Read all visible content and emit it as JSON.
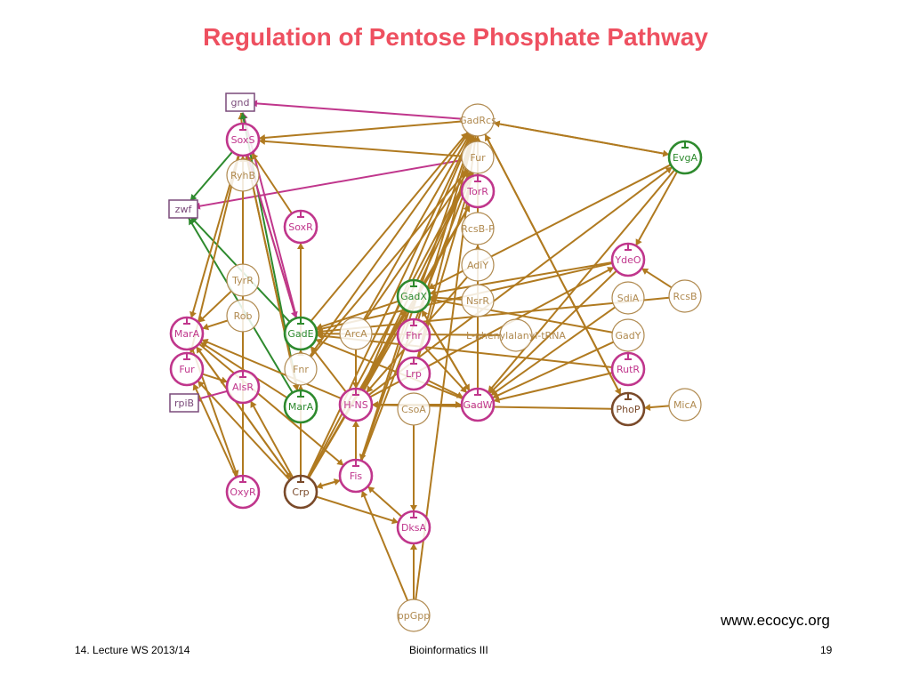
{
  "slide": {
    "title": "Regulation of Pentose Phosphate Pathway",
    "credit": "www.ecocyc.org",
    "footer_left": "14. Lecture WS 2013/14",
    "footer_center": "Bioinformatics III",
    "footer_right": "19"
  },
  "colors": {
    "title": "#ee5060",
    "edge_activation": "#b07a20",
    "edge_repression": "#c0368c",
    "edge_green": "#2e8a2e",
    "node_magenta": "#c0368c",
    "node_green": "#2e8a2e",
    "node_brown": "#7a4a2a",
    "node_tan": "#b08a50",
    "gene_box": "#7a4a7a"
  },
  "diagram": {
    "nodes": [
      {
        "id": "gnd",
        "label": "gnd",
        "kind": "gene"
      },
      {
        "id": "zwf",
        "label": "zwf",
        "kind": "gene"
      },
      {
        "id": "rpiB",
        "label": "rpiB",
        "kind": "gene"
      },
      {
        "id": "SoxS",
        "label": "SoxS",
        "kind": "magenta"
      },
      {
        "id": "RyhB",
        "label": "RyhB",
        "kind": "tan"
      },
      {
        "id": "SoxR",
        "label": "SoxR",
        "kind": "magenta"
      },
      {
        "id": "TyrR",
        "label": "TyrR",
        "kind": "tan"
      },
      {
        "id": "Rob",
        "label": "Rob",
        "kind": "tan"
      },
      {
        "id": "MarA",
        "label": "MarA",
        "kind": "magenta"
      },
      {
        "id": "Fur",
        "label": "Fur",
        "kind": "magenta"
      },
      {
        "id": "AlsR",
        "label": "AlsR",
        "kind": "magenta"
      },
      {
        "id": "GadE",
        "label": "GadE",
        "kind": "green"
      },
      {
        "id": "Fnr",
        "label": "Fnr",
        "kind": "tan"
      },
      {
        "id": "MarA2",
        "label": "MarA",
        "kind": "green"
      },
      {
        "id": "ArcA",
        "label": "ArcA",
        "kind": "tan"
      },
      {
        "id": "GadX",
        "label": "GadX",
        "kind": "green"
      },
      {
        "id": "Fhr",
        "label": "Fhr",
        "kind": "magenta"
      },
      {
        "id": "Lrp",
        "label": "Lrp",
        "kind": "magenta"
      },
      {
        "id": "HNS",
        "label": "H-NS",
        "kind": "magenta"
      },
      {
        "id": "CsoA",
        "label": "CsoA",
        "kind": "tan"
      },
      {
        "id": "Fis",
        "label": "Fis",
        "kind": "magenta"
      },
      {
        "id": "OxyR",
        "label": "OxyR",
        "kind": "magenta"
      },
      {
        "id": "Crp",
        "label": "Crp",
        "kind": "brown"
      },
      {
        "id": "DksA",
        "label": "DksA",
        "kind": "magenta"
      },
      {
        "id": "ppGpp",
        "label": "ppGpp",
        "kind": "tan"
      },
      {
        "id": "GadRcs",
        "label": "GadRcs",
        "kind": "tan"
      },
      {
        "id": "Fur2",
        "label": "Fur",
        "kind": "tan"
      },
      {
        "id": "TorR",
        "label": "TorR",
        "kind": "magenta"
      },
      {
        "id": "RcsBP",
        "label": "RcsB-P",
        "kind": "tan"
      },
      {
        "id": "AdiY",
        "label": "AdiY",
        "kind": "tan"
      },
      {
        "id": "NsrR",
        "label": "NsrR",
        "kind": "tan"
      },
      {
        "id": "LPhe",
        "label": "L-phenylalanyl-tRNA",
        "kind": "tan"
      },
      {
        "id": "GadW",
        "label": "GadW",
        "kind": "magenta"
      },
      {
        "id": "EvgA",
        "label": "EvgA",
        "kind": "green"
      },
      {
        "id": "YdeO",
        "label": "YdeO",
        "kind": "magenta"
      },
      {
        "id": "SdiA",
        "label": "SdiA",
        "kind": "tan"
      },
      {
        "id": "RcsB",
        "label": "RcsB",
        "kind": "tan"
      },
      {
        "id": "GadY",
        "label": "GadY",
        "kind": "tan"
      },
      {
        "id": "RutR",
        "label": "RutR",
        "kind": "magenta"
      },
      {
        "id": "PhoP",
        "label": "PhoP",
        "kind": "brown"
      },
      {
        "id": "MicA",
        "label": "MicA",
        "kind": "tan"
      }
    ],
    "edges": [
      {
        "from": "GadRcs",
        "to": "gnd",
        "kind": "repression"
      },
      {
        "from": "Fur2",
        "to": "SoxS",
        "kind": "activation"
      },
      {
        "from": "Fur2",
        "to": "zwf",
        "kind": "repression"
      },
      {
        "from": "GadRcs",
        "to": "SoxS",
        "kind": "activation"
      },
      {
        "from": "SoxS",
        "to": "zwf",
        "kind": "green"
      },
      {
        "from": "SoxS",
        "to": "gnd",
        "kind": "activation"
      },
      {
        "from": "GadE",
        "to": "gnd",
        "kind": "repression"
      },
      {
        "from": "MarA2",
        "to": "gnd",
        "kind": "green"
      },
      {
        "from": "MarA2",
        "to": "zwf",
        "kind": "green"
      },
      {
        "from": "GadE",
        "to": "zwf",
        "kind": "green"
      },
      {
        "from": "SoxS",
        "to": "MarA",
        "kind": "activation"
      },
      {
        "from": "SoxS",
        "to": "Fur",
        "kind": "activation"
      },
      {
        "from": "SoxR",
        "to": "SoxS",
        "kind": "activation"
      },
      {
        "from": "Rob",
        "to": "MarA",
        "kind": "activation"
      },
      {
        "from": "MarA",
        "to": "OxyR",
        "kind": "activation"
      },
      {
        "from": "MarA",
        "to": "Crp",
        "kind": "activation"
      },
      {
        "from": "MarA",
        "to": "Fis",
        "kind": "activation"
      },
      {
        "from": "Crp",
        "to": "Fur",
        "kind": "activation"
      },
      {
        "from": "Crp",
        "to": "MarA",
        "kind": "activation"
      },
      {
        "from": "Crp",
        "to": "Fis",
        "kind": "activation"
      },
      {
        "from": "Crp",
        "to": "DksA",
        "kind": "activation"
      },
      {
        "from": "Crp",
        "to": "GadRcs",
        "kind": "activation"
      },
      {
        "from": "Crp",
        "to": "Fur2",
        "kind": "activation"
      },
      {
        "from": "Crp",
        "to": "TorR",
        "kind": "activation"
      },
      {
        "from": "Crp",
        "to": "GadX",
        "kind": "activation"
      },
      {
        "from": "Crp",
        "to": "Fnr",
        "kind": "activation"
      },
      {
        "from": "Fis",
        "to": "GadRcs",
        "kind": "activation"
      },
      {
        "from": "Fis",
        "to": "Fur2",
        "kind": "activation"
      },
      {
        "from": "Fis",
        "to": "HNS",
        "kind": "activation"
      },
      {
        "from": "Fis",
        "to": "Crp",
        "kind": "activation"
      },
      {
        "from": "HNS",
        "to": "GadRcs",
        "kind": "activation"
      },
      {
        "from": "HNS",
        "to": "Fur2",
        "kind": "activation"
      },
      {
        "from": "HNS",
        "to": "TorR",
        "kind": "activation"
      },
      {
        "from": "HNS",
        "to": "GadW",
        "kind": "activation"
      },
      {
        "from": "HNS",
        "to": "GadX",
        "kind": "activation"
      },
      {
        "from": "HNS",
        "to": "YdeO",
        "kind": "activation"
      },
      {
        "from": "HNS",
        "to": "EvgA",
        "kind": "activation"
      },
      {
        "from": "HNS",
        "to": "MarA",
        "kind": "activation"
      },
      {
        "from": "HNS",
        "to": "GadE",
        "kind": "activation"
      },
      {
        "from": "ppGpp",
        "to": "DksA",
        "kind": "activation"
      },
      {
        "from": "ppGpp",
        "to": "Fis",
        "kind": "activation"
      },
      {
        "from": "ppGpp",
        "to": "GadRcs",
        "kind": "activation"
      },
      {
        "from": "DksA",
        "to": "Fis",
        "kind": "activation"
      },
      {
        "from": "CsoA",
        "to": "DksA",
        "kind": "activation"
      },
      {
        "from": "GadRcs",
        "to": "PhoP",
        "kind": "activation"
      },
      {
        "from": "GadRcs",
        "to": "EvgA",
        "kind": "activation"
      },
      {
        "from": "EvgA",
        "to": "GadRcs",
        "kind": "activation"
      },
      {
        "from": "EvgA",
        "to": "YdeO",
        "kind": "activation"
      },
      {
        "from": "EvgA",
        "to": "GadX",
        "kind": "activation"
      },
      {
        "from": "EvgA",
        "to": "GadW",
        "kind": "activation"
      },
      {
        "from": "YdeO",
        "to": "GadX",
        "kind": "activation"
      },
      {
        "from": "YdeO",
        "to": "GadE",
        "kind": "activation"
      },
      {
        "from": "YdeO",
        "to": "GadW",
        "kind": "activation"
      },
      {
        "from": "GadY",
        "to": "GadX",
        "kind": "activation"
      },
      {
        "from": "GadY",
        "to": "GadW",
        "kind": "activation"
      },
      {
        "from": "RcsB",
        "to": "GadE",
        "kind": "activation"
      },
      {
        "from": "RcsB",
        "to": "YdeO",
        "kind": "activation"
      },
      {
        "from": "SdiA",
        "to": "GadW",
        "kind": "activation"
      },
      {
        "from": "RutR",
        "to": "GadW",
        "kind": "activation"
      },
      {
        "from": "RutR",
        "to": "GadE",
        "kind": "activation"
      },
      {
        "from": "PhoP",
        "to": "HNS",
        "kind": "activation"
      },
      {
        "from": "PhoP",
        "to": "GadRcs",
        "kind": "activation"
      },
      {
        "from": "MicA",
        "to": "PhoP",
        "kind": "activation"
      },
      {
        "from": "GadX",
        "to": "GadW",
        "kind": "activation"
      },
      {
        "from": "GadX",
        "to": "GadE",
        "kind": "activation"
      },
      {
        "from": "GadX",
        "to": "Fur2",
        "kind": "activation"
      },
      {
        "from": "GadW",
        "to": "GadX",
        "kind": "activation"
      },
      {
        "from": "GadW",
        "to": "GadE",
        "kind": "activation"
      },
      {
        "from": "GadW",
        "to": "HNS",
        "kind": "activation"
      },
      {
        "from": "GadW",
        "to": "RcsBP",
        "kind": "activation"
      },
      {
        "from": "Lrp",
        "to": "Fur2",
        "kind": "activation"
      },
      {
        "from": "Lrp",
        "to": "GadW",
        "kind": "activation"
      },
      {
        "from": "Lrp",
        "to": "GadRcs",
        "kind": "activation"
      },
      {
        "from": "Fhr",
        "to": "GadRcs",
        "kind": "activation"
      },
      {
        "from": "Fhr",
        "to": "GadW",
        "kind": "activation"
      },
      {
        "from": "ArcA",
        "to": "GadRcs",
        "kind": "activation"
      },
      {
        "from": "ArcA",
        "to": "Fur2",
        "kind": "activation"
      },
      {
        "from": "ArcA",
        "to": "HNS",
        "kind": "activation"
      },
      {
        "from": "Fnr",
        "to": "GadE",
        "kind": "activation"
      },
      {
        "from": "Fnr",
        "to": "Fur2",
        "kind": "activation"
      },
      {
        "from": "Fnr",
        "to": "SoxR",
        "kind": "activation"
      },
      {
        "from": "Fnr",
        "to": "GadRcs",
        "kind": "activation"
      },
      {
        "from": "MarA2",
        "to": "MarA",
        "kind": "activation"
      },
      {
        "from": "MarA2",
        "to": "SoxS",
        "kind": "activation"
      },
      {
        "from": "GadE",
        "to": "SoxS",
        "kind": "activation"
      },
      {
        "from": "GadE",
        "to": "GadRcs",
        "kind": "activation"
      },
      {
        "from": "AlsR",
        "to": "rpiB",
        "kind": "repression"
      },
      {
        "from": "Fur",
        "to": "AlsR",
        "kind": "activation"
      },
      {
        "from": "OxyR",
        "to": "Fur",
        "kind": "activation"
      },
      {
        "from": "OxyR",
        "to": "SoxS",
        "kind": "activation"
      },
      {
        "from": "Crp",
        "to": "AlsR",
        "kind": "activation"
      },
      {
        "from": "RyhB",
        "to": "SoxS",
        "kind": "activation"
      },
      {
        "from": "TyrR",
        "to": "MarA",
        "kind": "activation"
      },
      {
        "from": "SoxS",
        "to": "GadE",
        "kind": "repression"
      },
      {
        "from": "SoxS",
        "to": "MarA2",
        "kind": "activation"
      },
      {
        "from": "GadX",
        "to": "Fis",
        "kind": "activation"
      },
      {
        "from": "LPhe",
        "to": "GadE",
        "kind": "activation"
      },
      {
        "from": "NsrR",
        "to": "GadX",
        "kind": "activation"
      },
      {
        "from": "AdiY",
        "to": "HNS",
        "kind": "activation"
      },
      {
        "from": "RcsBP",
        "to": "GadRcs",
        "kind": "activation"
      }
    ]
  }
}
